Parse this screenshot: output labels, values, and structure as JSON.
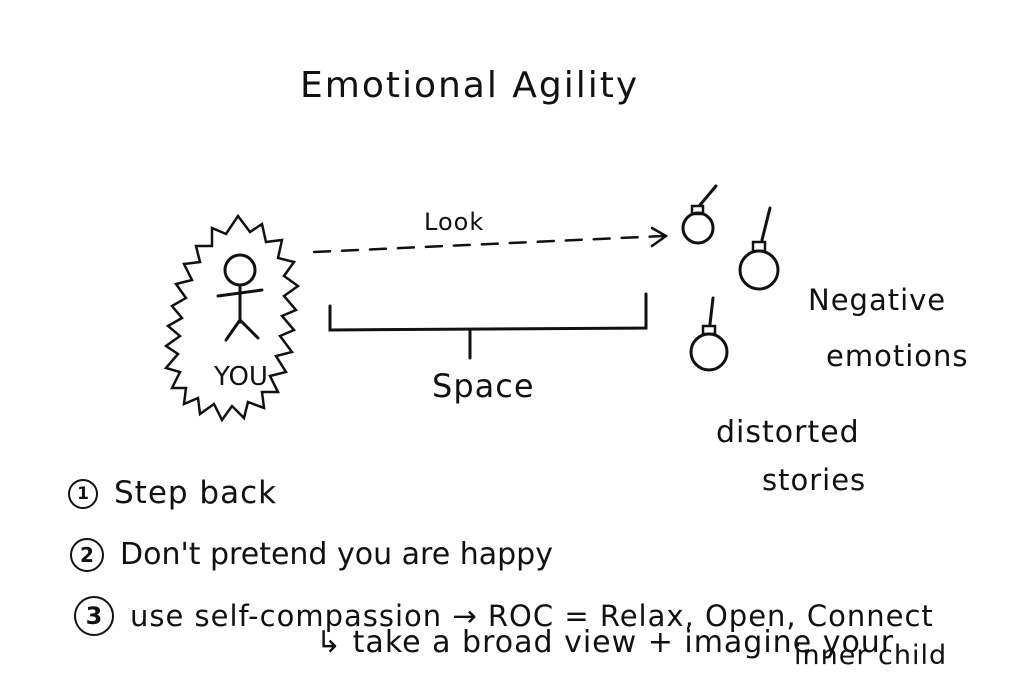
{
  "title": "Emotional Agility",
  "diagram": {
    "arrow_label": "Look",
    "person_label": "YOU",
    "bracket_label": "Space",
    "negative_emotions": [
      "Negative",
      "emotions"
    ],
    "distorted_stories": [
      "distorted",
      "stories"
    ]
  },
  "steps": [
    {
      "number": "1",
      "text": "Step back"
    },
    {
      "number": "2",
      "text": "Don't pretend you are happy"
    },
    {
      "number": "3",
      "text": "use self-compassion → ROC = Relax, Open, Connect"
    }
  ],
  "sub_note": {
    "line1": "↳ take a broad view + imagine your",
    "line2": "inner child"
  },
  "icons": {
    "person": "stick-figure-icon",
    "bombs": "bomb-icon"
  }
}
